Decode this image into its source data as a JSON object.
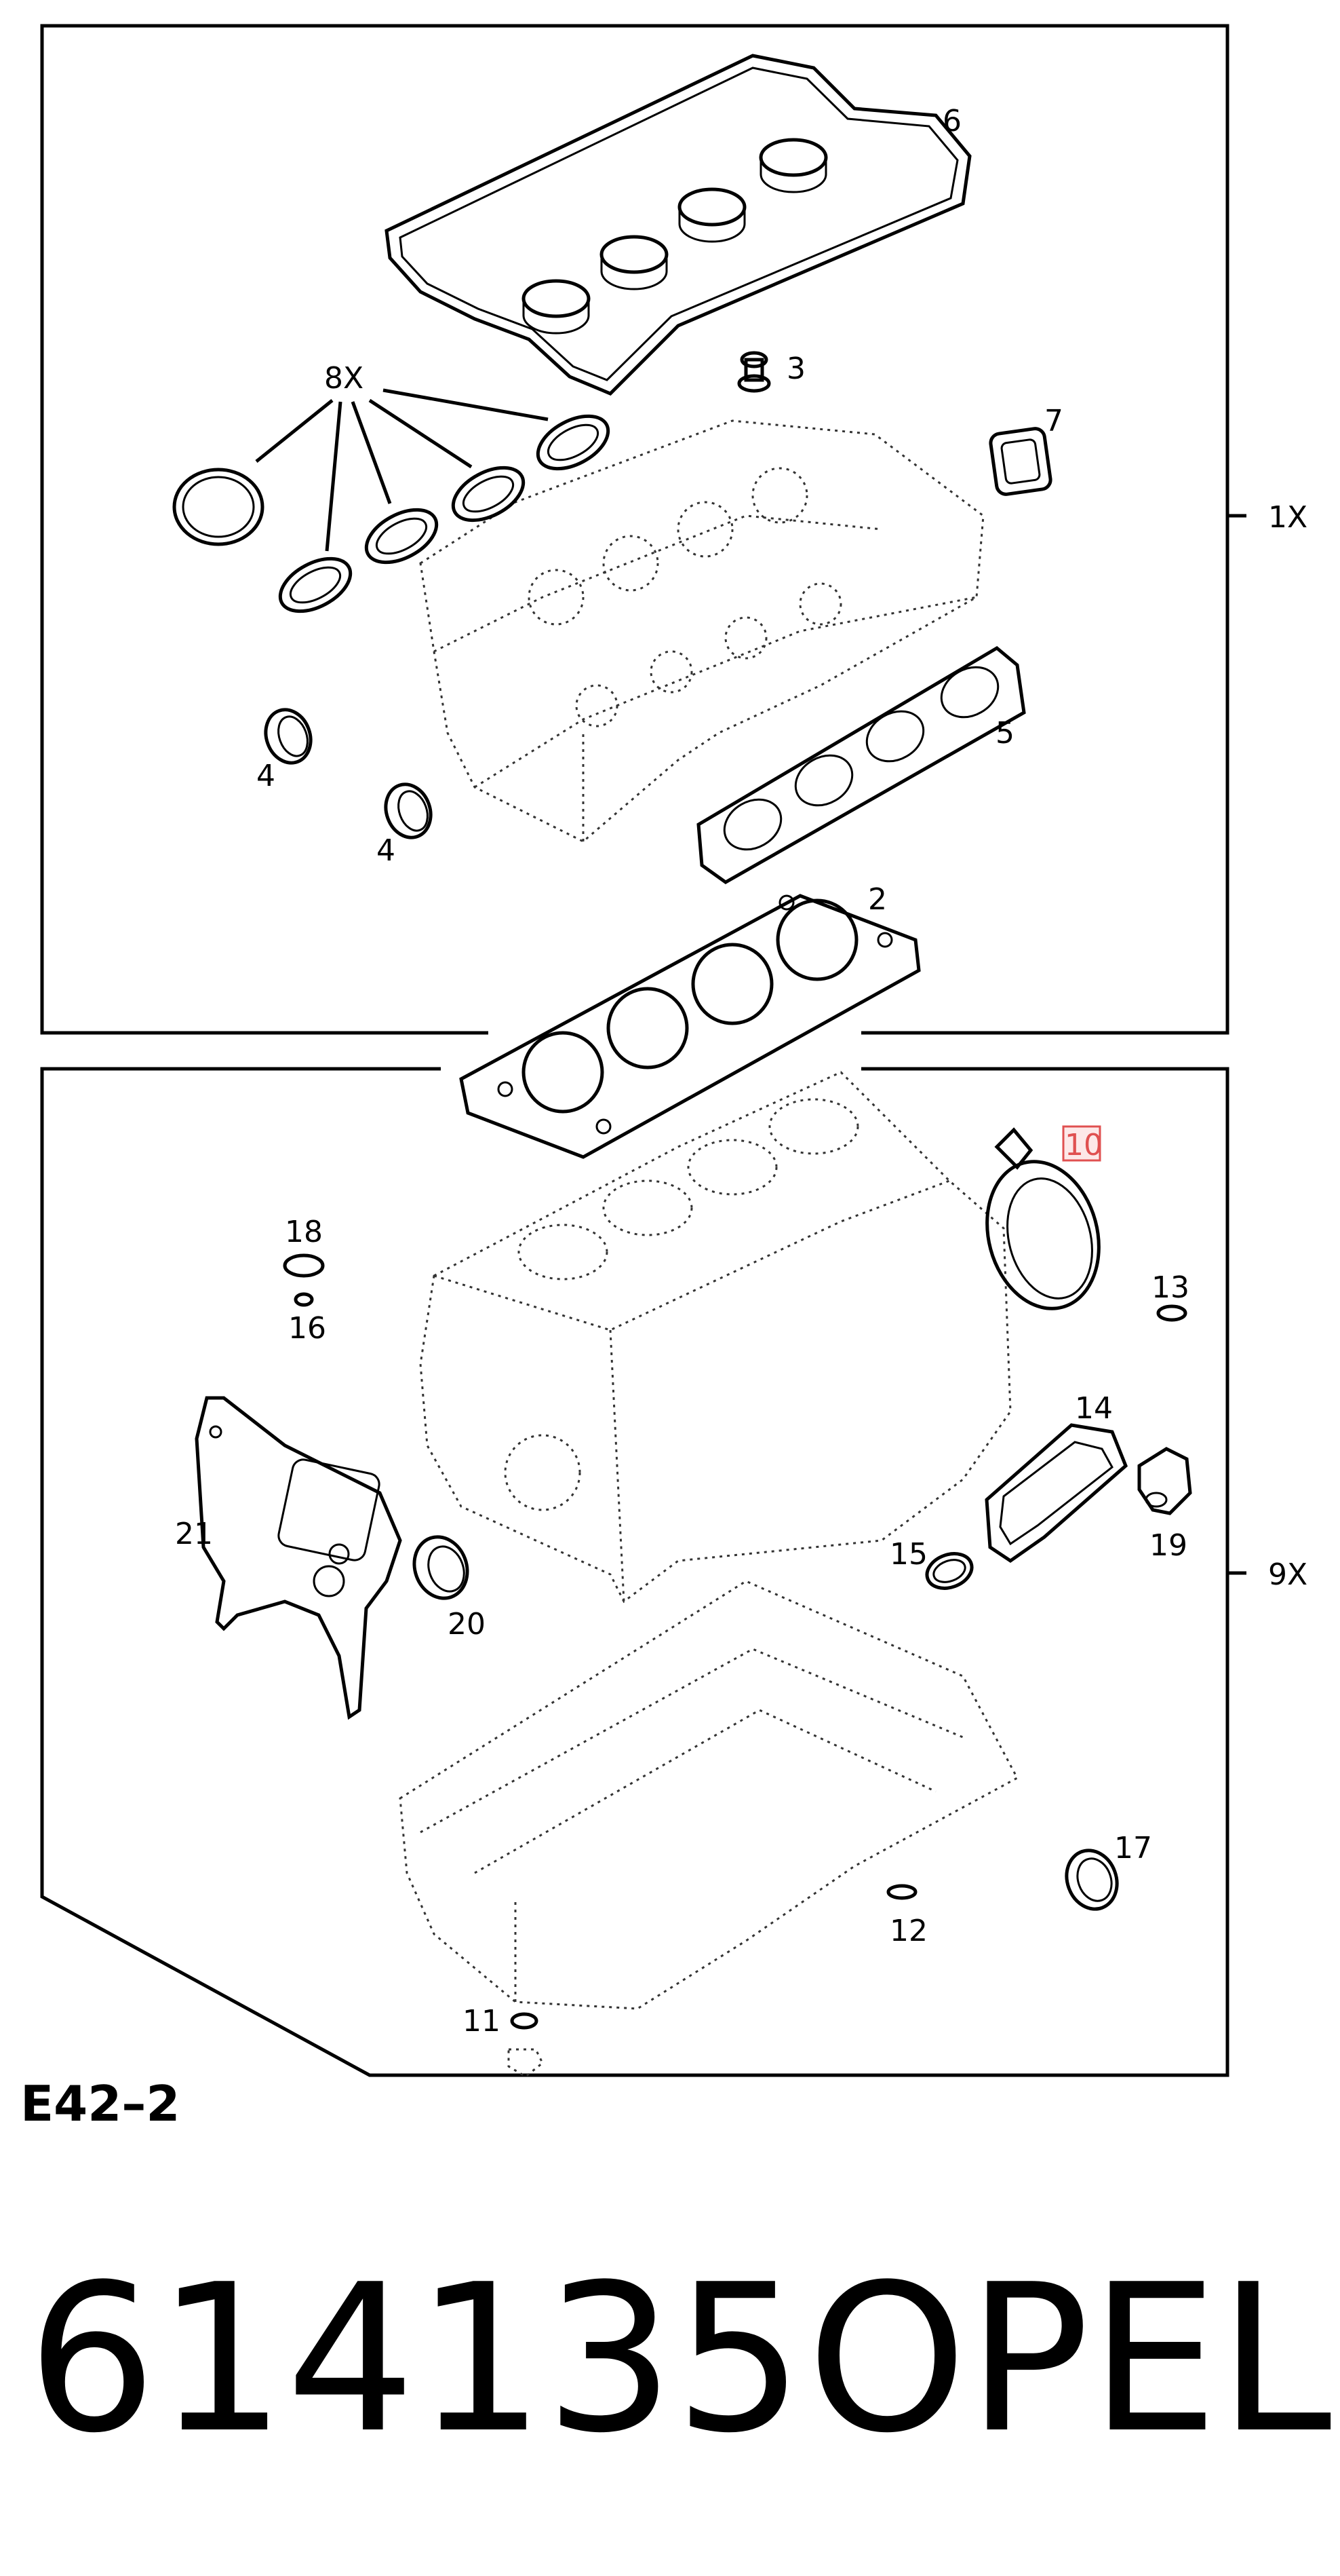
{
  "callouts": {
    "c6": "6",
    "c8x": "8X",
    "c3": "3",
    "c7": "7",
    "c1x": "1X",
    "c4a": "4",
    "c4b": "4",
    "c5": "5",
    "c2": "2",
    "c10": "10",
    "c18": "18",
    "c16": "16",
    "c13": "13",
    "c14": "14",
    "c21": "21",
    "c15": "15",
    "c19": "19",
    "c9x": "9X",
    "c20": "20",
    "c17": "17",
    "c12": "12",
    "c11": "11"
  },
  "reference": "E42–2",
  "part_number": "614135",
  "brand": "OPEL",
  "colors": {
    "highlight": "#e05050",
    "highlight_fill": "#fde8e8"
  }
}
